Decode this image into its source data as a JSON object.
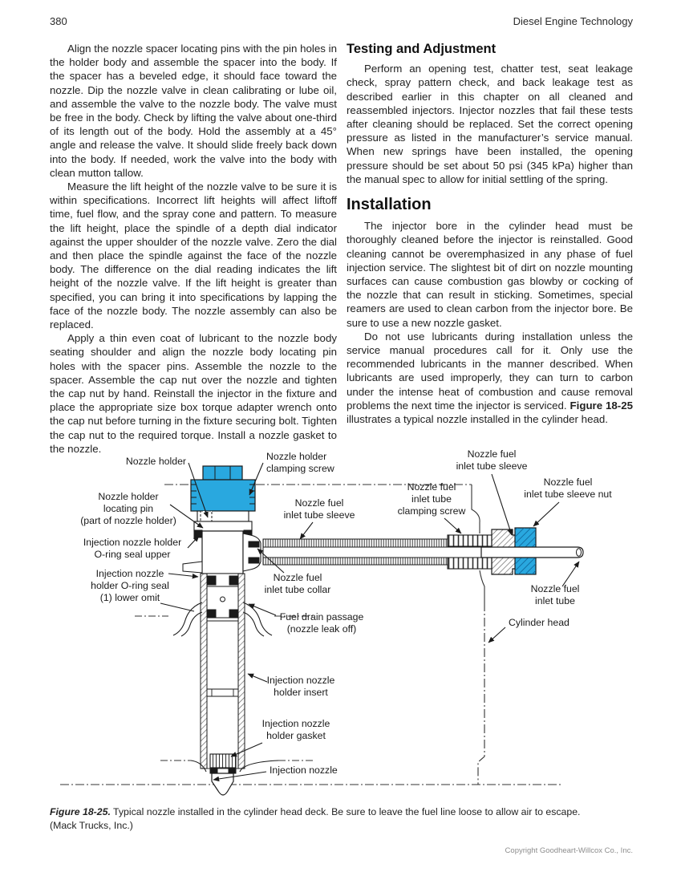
{
  "header": {
    "page_number": "380",
    "book_title": "Diesel Engine Technology"
  },
  "left_column": {
    "paragraphs": [
      "Align the nozzle spacer locating pins with the pin holes in the holder body and assemble the spacer into the body. If the spacer has a beveled edge, it should face toward the nozzle. Dip the nozzle valve in clean calibrating or lube oil, and assemble the valve to the nozzle body. The valve must be free in the body. Check by lifting the valve about one-third of its length out of the body. Hold the assembly at a 45° angle and release the valve. It should slide freely back down into the body. If needed, work the valve into the body with clean mutton tallow.",
      "Measure the lift height of the nozzle valve to be sure it is within specifications. Incorrect lift heights will affect liftoff time, fuel flow, and the spray cone and pattern. To measure the lift height, place the spindle of a depth dial indicator against the upper shoulder of the nozzle valve. Zero the dial and then place the spindle against the face of the nozzle body. The difference on the dial reading indicates the lift height of the nozzle valve. If the lift height is greater than specified, you can bring it into specifications by lapping the face of the nozzle body. The nozzle assembly can also be replaced.",
      "Apply a thin even coat of lubricant to the nozzle body seating shoulder and align the nozzle body locating pin holes with the spacer pins. Assemble the nozzle to the spacer. Assemble the cap nut over the nozzle and tighten the cap nut by hand. Reinstall the injector in the fixture and place the appropriate size box torque adapter wrench onto the cap nut before turning in the fixture securing bolt. Tighten the cap nut to the required torque. Install a nozzle gasket to the nozzle."
    ]
  },
  "right_column": {
    "section_testing": {
      "heading": "Testing and Adjustment",
      "paragraph": "Perform an opening test, chatter test, seat leakage check, spray pattern check, and back leakage test as described earlier in this chapter on all cleaned and reassembled injectors. Injector nozzles that fail these tests after cleaning should be replaced. Set the correct opening pressure as listed in the manufacturer’s service manual. When new springs have been installed, the opening pressure should be set about 50 psi (345 kPa) higher than the manual spec to allow for initial settling of the spring."
    },
    "section_installation": {
      "heading": "Installation",
      "paragraph1": "The injector bore in the cylinder head must be thoroughly cleaned before the injector is reinstalled. Good cleaning cannot be overemphasized in any phase of fuel injection service. The slightest bit of dirt on nozzle mounting surfaces can cause combustion gas blowby or cocking of the nozzle that can result in sticking. Sometimes, special reamers are used to clean carbon from the injector bore. Be sure to use a new nozzle gasket.",
      "paragraph2_pre": "Do not use lubricants during installation unless the service manual procedures call for it. Only use the recommended lubricants in the manner described. When lubricants are used improperly, they can turn to carbon under the intense heat of combustion and cause removal problems the next time the injector is serviced. ",
      "paragraph2_ref": "Figure 18-25",
      "paragraph2_post": " illustrates a typical nozzle installed in the cylinder head."
    }
  },
  "figure": {
    "colors": {
      "highlight_blue": "#29a8df",
      "line": "#1a1a1a"
    },
    "labels": {
      "nozzle_holder": [
        "Nozzle holder"
      ],
      "nozzle_holder_clamping_screw": [
        "Nozzle holder",
        "clamping screw"
      ],
      "nozzle_holder_locating_pin": [
        "Nozzle holder",
        "locating pin",
        "(part of nozzle holder)"
      ],
      "injection_nozzle_holder_oring_upper": [
        "Injection nozzle holder",
        "O-ring seal upper"
      ],
      "injection_nozzle_holder_oring_lower": [
        "Injection nozzle",
        "holder O-ring seal",
        "(1) lower omit"
      ],
      "nozzle_fuel_inlet_tube_sleeve_left": [
        "Nozzle fuel",
        "inlet tube sleeve"
      ],
      "nozzle_fuel_inlet_tube_clamping_screw": [
        "Nozzle fuel",
        "inlet tube",
        "clamping screw"
      ],
      "nozzle_fuel_inlet_tube_sleeve_right": [
        "Nozzle fuel",
        "inlet tube sleeve"
      ],
      "nozzle_fuel_inlet_tube_sleeve_nut": [
        "Nozzle fuel",
        "inlet tube sleeve nut"
      ],
      "nozzle_fuel_inlet_tube_collar": [
        "Nozzle fuel",
        "inlet tube collar"
      ],
      "fuel_drain_passage": [
        "Fuel drain passage",
        "(nozzle leak off)"
      ],
      "nozzle_fuel_inlet_tube": [
        "Nozzle fuel",
        "inlet tube"
      ],
      "cylinder_head": [
        "Cylinder head"
      ],
      "injection_nozzle_holder_insert": [
        "Injection nozzle",
        "holder insert"
      ],
      "injection_nozzle_holder_gasket": [
        "Injection nozzle",
        "holder gasket"
      ],
      "injection_nozzle": [
        "Injection nozzle"
      ]
    }
  },
  "caption": {
    "label": "Figure 18-25.",
    "text": " Typical nozzle installed in the cylinder head deck. Be sure to leave the fuel line loose to allow air to escape.",
    "credit": "(Mack Trucks, Inc.)"
  },
  "footer": {
    "copyright": "Copyright Goodheart-Willcox Co., Inc."
  }
}
